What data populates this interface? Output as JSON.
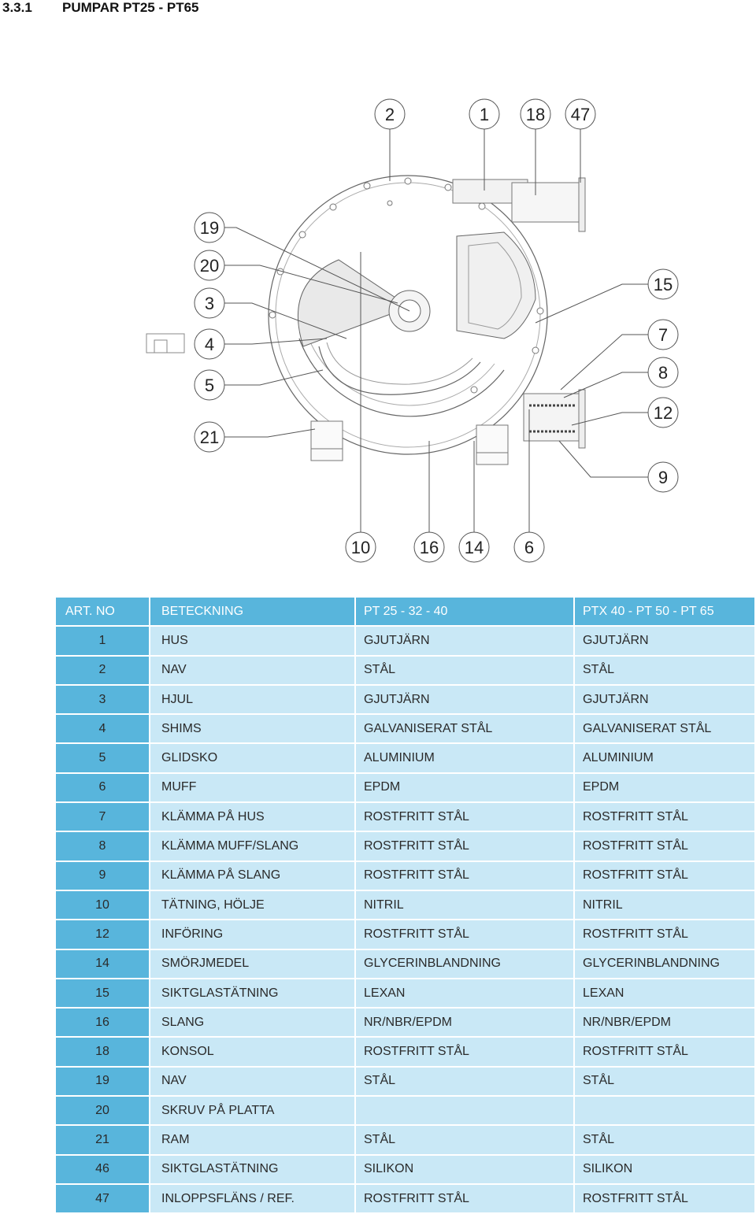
{
  "section": {
    "number": "3.3.1",
    "title": "PUMPAR PT25 - PT65"
  },
  "callouts": {
    "top": [
      "2",
      "1",
      "18",
      "47"
    ],
    "left": [
      "19",
      "20",
      "3",
      "4",
      "5",
      "21"
    ],
    "right": [
      "15",
      "7",
      "8",
      "12",
      "9"
    ],
    "bottom": [
      "10",
      "16",
      "14",
      "6"
    ]
  },
  "table": {
    "headers": [
      "ART. NO",
      "BETECKNING",
      "PT 25 - 32 - 40",
      "PTX 40 - PT 50 - PT 65"
    ],
    "rows": [
      [
        "1",
        "HUS",
        "GJUTJÄRN",
        "GJUTJÄRN"
      ],
      [
        "2",
        "NAV",
        "STÅL",
        "STÅL"
      ],
      [
        "3",
        "HJUL",
        "GJUTJÄRN",
        "GJUTJÄRN"
      ],
      [
        "4",
        "SHIMS",
        "GALVANISERAT STÅL",
        "GALVANISERAT STÅL"
      ],
      [
        "5",
        "GLIDSKO",
        "ALUMINIUM",
        "ALUMINIUM"
      ],
      [
        "6",
        "MUFF",
        "EPDM",
        "EPDM"
      ],
      [
        "7",
        "KLÄMMA PÅ HUS",
        "ROSTFRITT STÅL",
        "ROSTFRITT STÅL"
      ],
      [
        "8",
        "KLÄMMA MUFF/SLANG",
        "ROSTFRITT STÅL",
        "ROSTFRITT STÅL"
      ],
      [
        "9",
        "KLÄMMA PÅ SLANG",
        "ROSTFRITT STÅL",
        "ROSTFRITT STÅL"
      ],
      [
        "10",
        "TÄTNING, HÖLJE",
        "NITRIL",
        "NITRIL"
      ],
      [
        "12",
        "INFÖRING",
        "ROSTFRITT STÅL",
        "ROSTFRITT STÅL"
      ],
      [
        "14",
        "SMÖRJMEDEL",
        "GLYCERINBLANDNING",
        "GLYCERINBLANDNING"
      ],
      [
        "15",
        "SIKTGLASTÄTNING",
        "LEXAN",
        "LEXAN"
      ],
      [
        "16",
        "SLANG",
        "NR/NBR/EPDM",
        "NR/NBR/EPDM"
      ],
      [
        "18",
        "KONSOL",
        "ROSTFRITT STÅL",
        "ROSTFRITT STÅL"
      ],
      [
        "19",
        "NAV",
        "STÅL",
        "STÅL"
      ],
      [
        "20",
        "SKRUV PÅ PLATTA",
        "",
        ""
      ],
      [
        "21",
        "RAM",
        "STÅL",
        "STÅL"
      ],
      [
        "46",
        "SIKTGLASTÄTNING",
        "SILIKON",
        "SILIKON"
      ],
      [
        "47",
        "INLOPPSFLÄNS / REF.",
        "ROSTFRITT STÅL",
        "ROSTFRITT STÅL"
      ]
    ]
  }
}
